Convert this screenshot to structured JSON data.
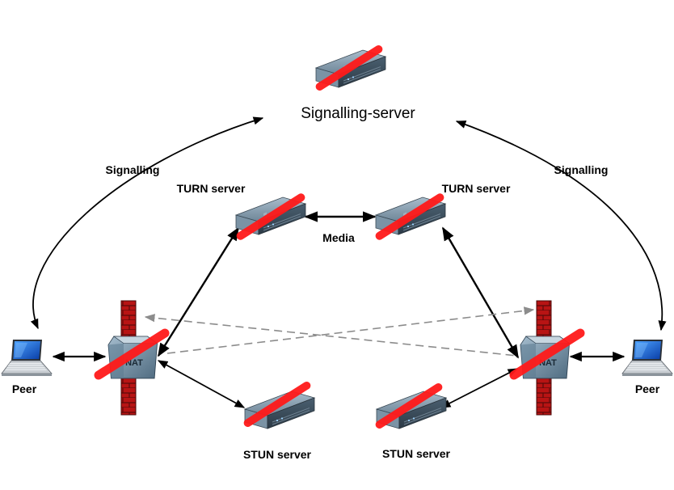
{
  "labels": {
    "signalling_server": "Signalling-server",
    "signalling_left": "Signalling",
    "signalling_right": "Signalling",
    "turn_left": "TURN server",
    "turn_right": "TURN server",
    "media": "Media",
    "stun_left": "STUN server",
    "stun_right": "STUN server",
    "peer_left": "Peer",
    "peer_right": "Peer",
    "nat_left": "NAT",
    "nat_right": "NAT"
  },
  "colors": {
    "strike": "#ff1a1a",
    "arrow": "#000000",
    "dashed": "#8c8c8c",
    "firewall": "#b81414",
    "server_body": "#5c7384",
    "nat_body": "#6f8ea3"
  },
  "icons": {
    "server": "server-rack-icon",
    "nat": "nat-router-icon",
    "firewall": "firewall-brick-icon",
    "laptop": "laptop-icon"
  }
}
